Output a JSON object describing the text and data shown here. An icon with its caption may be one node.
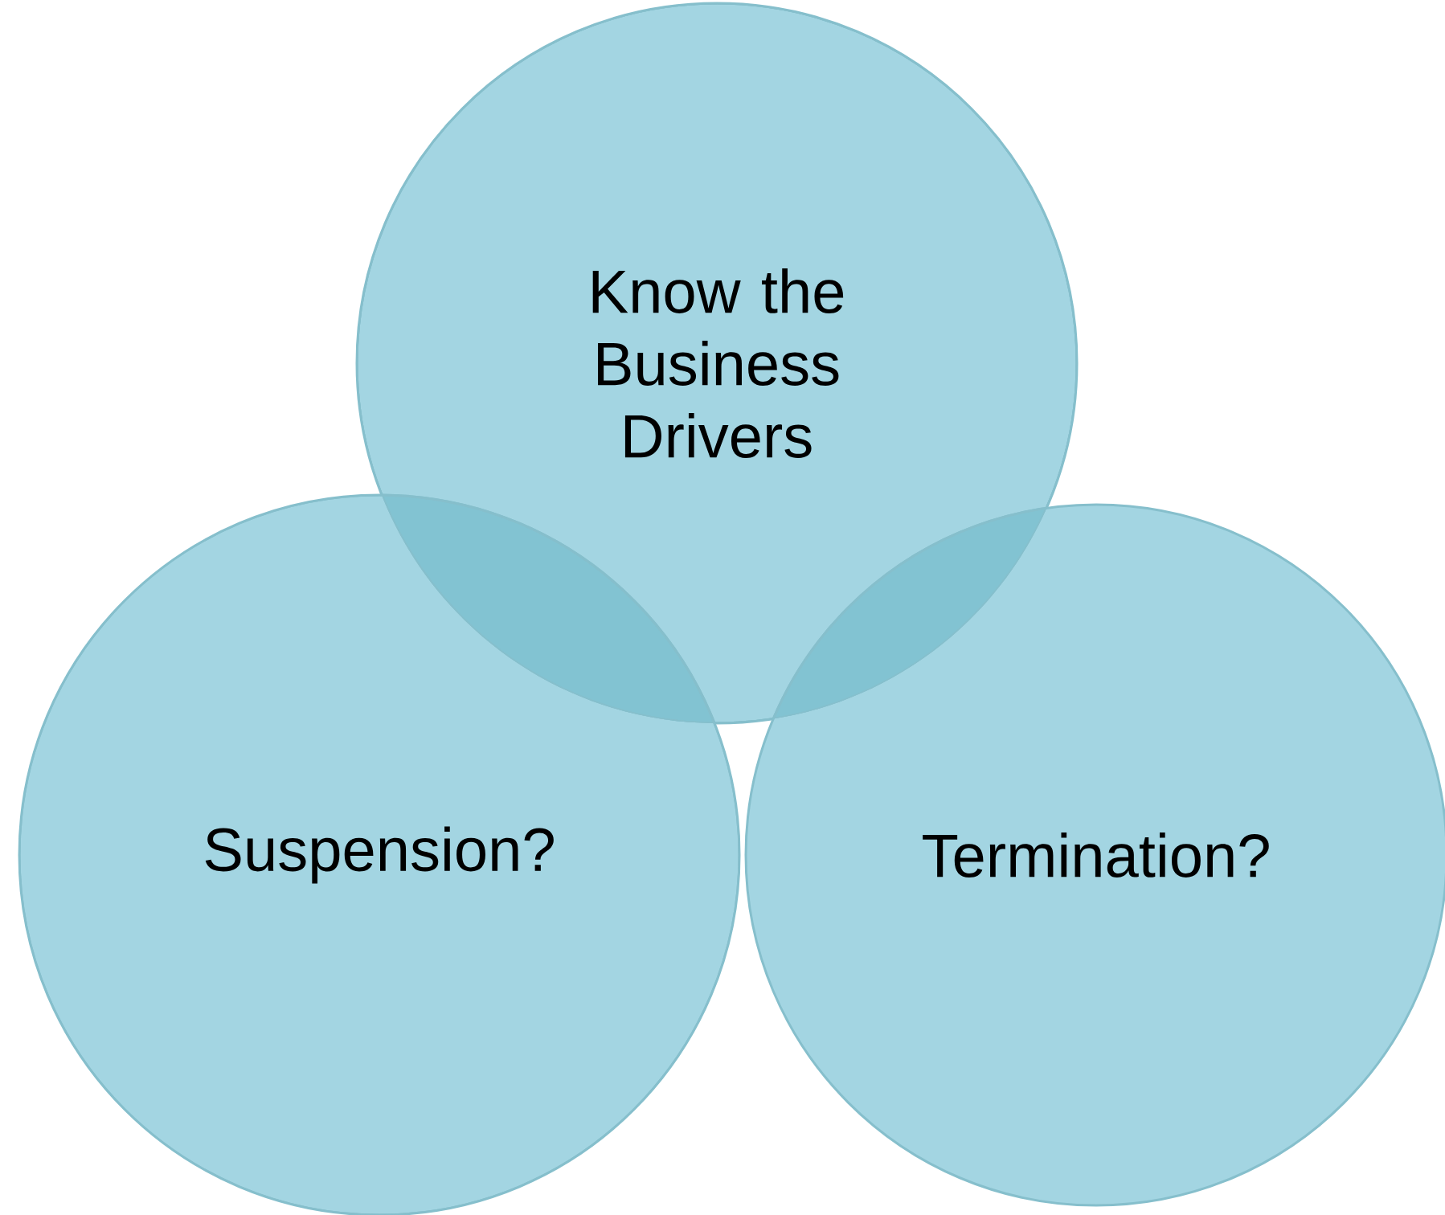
{
  "diagram": {
    "nodes": [
      {
        "text": [
          "Know the Business Drivers"
        ]
      },
      {
        "text": [
          "Suspension?"
        ]
      },
      {
        "text": [
          "Termination?"
        ]
      }
    ]
  }
}
